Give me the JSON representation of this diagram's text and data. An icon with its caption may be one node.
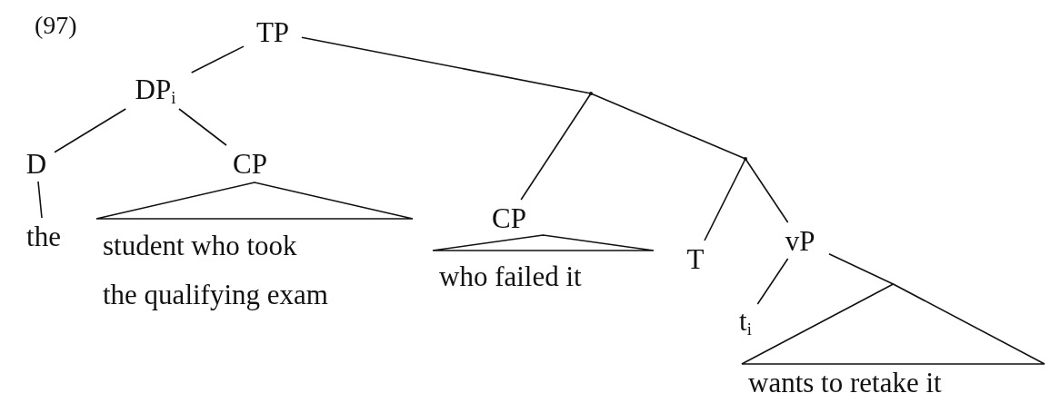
{
  "diagram": {
    "nodes": [
      {
        "text": [
          "TP"
        ]
      },
      {
        "text": [
          "DP$_{i}$"
        ]
      },
      {
        "text": [
          "D"
        ]
      },
      {
        "text": [
          "the"
        ]
      },
      {
        "text": [
          "CP"
        ]
      },
      {
        "text": [
          "student who took the qualifying exam"
        ]
      },
      {
        "text": [],
        "shape": "point"
      },
      {
        "text": [
          "CP"
        ]
      },
      {
        "text": [
          "who failed it"
        ]
      },
      {
        "text": [],
        "shape": "point"
      },
      {
        "text": [
          "T"
        ]
      },
      {
        "text": [
          "vP"
        ]
      },
      {
        "text": [
          "t$_{i}$"
        ]
      },
      {
        "text": [
          "wants to retake it"
        ]
      }
    ],
    "edges": [
      {
        "from": 0,
        "to": 1,
        "arrow": "none"
      },
      {
        "from": 1,
        "to": 2,
        "arrow": "none"
      },
      {
        "from": 2,
        "to": 3,
        "arrow": "none"
      },
      {
        "from": 1,
        "to": 4,
        "arrow": "none"
      },
      {
        "from": 0,
        "to": 6,
        "arrow": "none"
      },
      {
        "from": 6,
        "to": 7,
        "arrow": "none"
      },
      {
        "from": 6,
        "to": 9,
        "arrow": "none"
      },
      {
        "from": 9,
        "to": 10,
        "arrow": "none"
      },
      {
        "from": 9,
        "to": 11,
        "arrow": "none"
      },
      {
        "from": 11,
        "to": 12,
        "arrow": "none"
      },
      {
        "from": 11,
        "to": 13,
        "arrow": "none"
      }
    ],
    "labels": [
      "(97)"
    ]
  }
}
